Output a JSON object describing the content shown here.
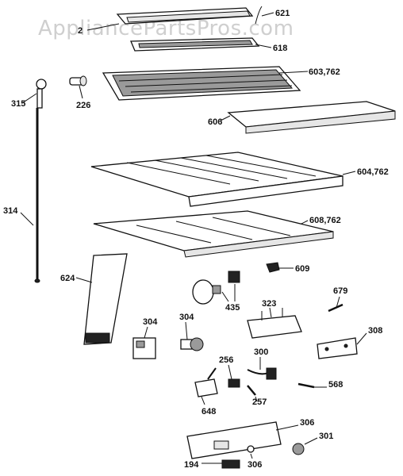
{
  "watermark": "AppliancePartsPros.com",
  "labels": {
    "l621": "621",
    "l2": "2",
    "l618": "618",
    "l603": "603,762",
    "l315": "315",
    "l226": "226",
    "l606": "606",
    "l604": "604,762",
    "l314": "314",
    "l608": "608,762",
    "l609": "609",
    "l624": "624",
    "l435": "435",
    "l323": "323",
    "l679": "679",
    "l308": "308",
    "l304a": "304",
    "l304b": "304",
    "l300": "300",
    "l256": "256",
    "l568": "568",
    "l648": "648",
    "l257": "257",
    "l306a": "306",
    "l301": "301",
    "l194": "194",
    "l306b": "306"
  }
}
